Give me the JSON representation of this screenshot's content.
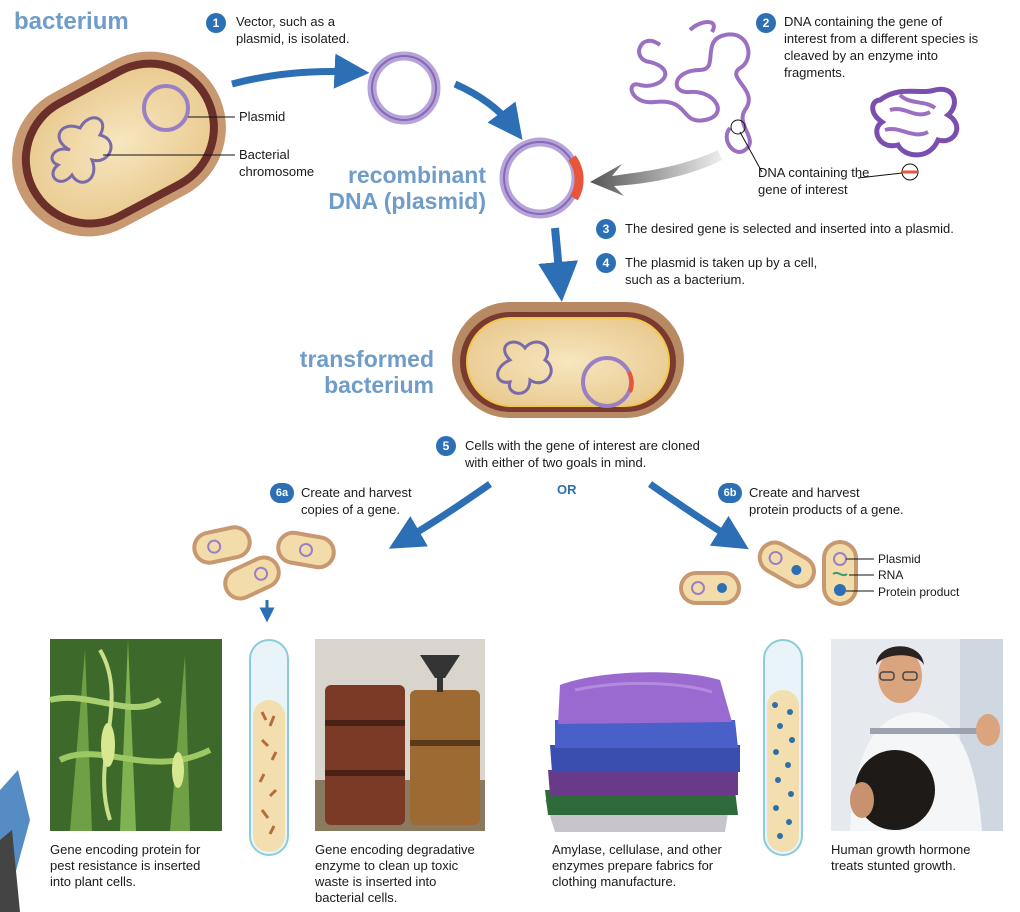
{
  "title_bacterium": "bacterium",
  "title_recombinant": "recombinant\nDNA (plasmid)",
  "title_transformed": "transformed\nbacterium",
  "steps": {
    "s1": {
      "num": "1",
      "text": "Vector, such as a\nplasmid, is isolated."
    },
    "s2": {
      "num": "2",
      "text": "DNA containing the gene of\ninterest from a different species is\ncleaved by an enzyme into\nfragments."
    },
    "s3": {
      "num": "3",
      "text": "The desired gene is selected and inserted into a plasmid."
    },
    "s4": {
      "num": "4",
      "text": "The plasmid is taken up by a cell,\nsuch as a bacterium."
    },
    "s5": {
      "num": "5",
      "text": "Cells with the gene of interest are cloned\nwith either of two goals in mind."
    },
    "s6a": {
      "num": "6a",
      "text": "Create and harvest\ncopies of a gene."
    },
    "s6b": {
      "num": "6b",
      "text": "Create and harvest\nprotein products of a gene."
    }
  },
  "labels": {
    "plasmid": "Plasmid",
    "chromosome": "Bacterial\nchromosome",
    "gene_of_interest": "DNA containing the\ngene of interest",
    "or": "OR",
    "legend_plasmid": "Plasmid",
    "legend_rna": "RNA",
    "legend_protein": "Protein product"
  },
  "captions": {
    "corn": "Gene encoding protein for\npest resistance is inserted\ninto plant cells.",
    "barrels": "Gene encoding degradative\nenzyme to clean up toxic\nwaste is inserted into\nbacterial cells.",
    "fabrics": "Amylase, cellulase, and other\nenzymes prepare fabrics for\nclothing manufacture.",
    "doctor": "Human growth hormone\ntreats stunted growth."
  },
  "colors": {
    "accent_blue": "#2c6fb5",
    "heading_blue": "#6f9cc9",
    "plasmid_purple": "#9b7fc4",
    "gene_red": "#e8553a",
    "cell_tan": "#f2dcaa",
    "cell_wall": "#b07a52"
  }
}
